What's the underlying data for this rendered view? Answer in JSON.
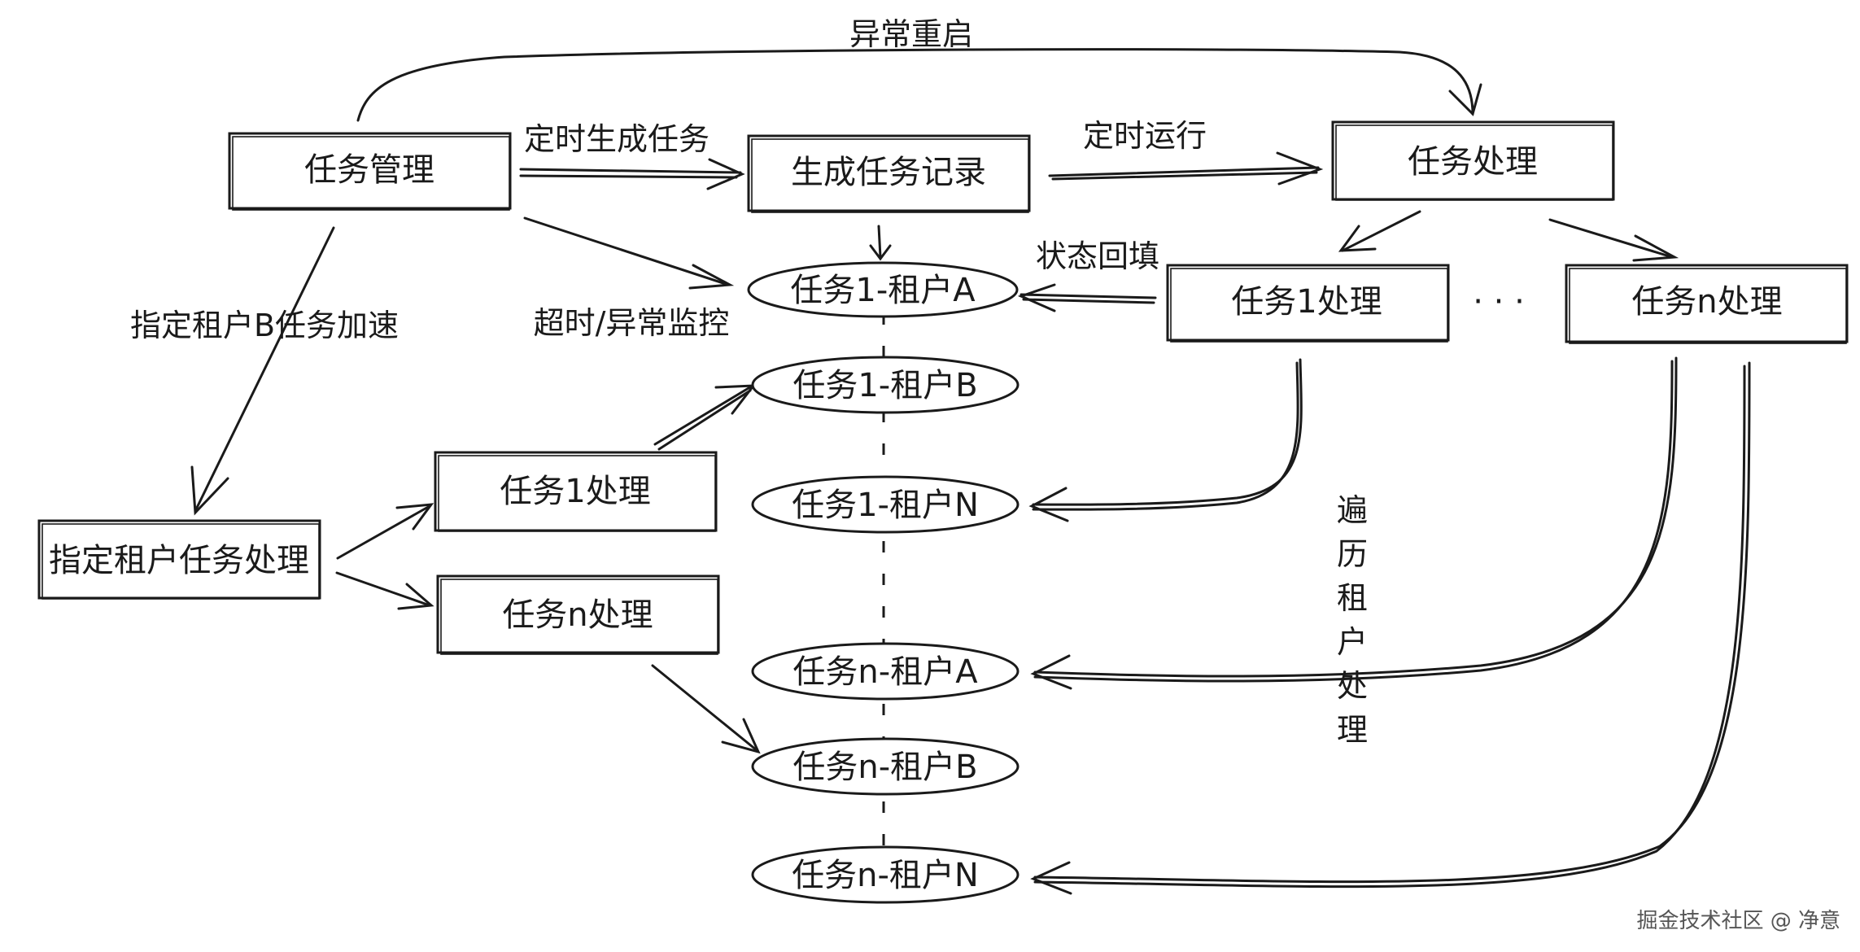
{
  "nodes": {
    "task_mgmt": "任务管理",
    "gen_record": "生成任务记录",
    "task_proc": "任务处理",
    "task1_proc": "任务1处理",
    "ellipsis": "· · ·",
    "taskn_proc": "任务n处理",
    "tenant_proc": "指定租户任务处理",
    "left_task1_proc": "任务1处理",
    "left_taskn_proc": "任务n处理",
    "e_1a": "任务1-租户A",
    "e_1b": "任务1-租户B",
    "e_1n": "任务1-租户N",
    "e_na": "任务n-租户A",
    "e_nb": "任务n-租户B",
    "e_nn": "任务n-租户N"
  },
  "edges": {
    "restart": "异常重启",
    "timed_gen": "定时生成任务",
    "timed_run": "定时运行",
    "status_back": "状态回填",
    "monitor": "超时/异常监控",
    "accelerate": "指定租户B任务加速",
    "traverse": [
      "遍",
      "历",
      "租",
      "户",
      "处",
      "理"
    ]
  },
  "watermark": "掘金技术社区 @ 净意"
}
